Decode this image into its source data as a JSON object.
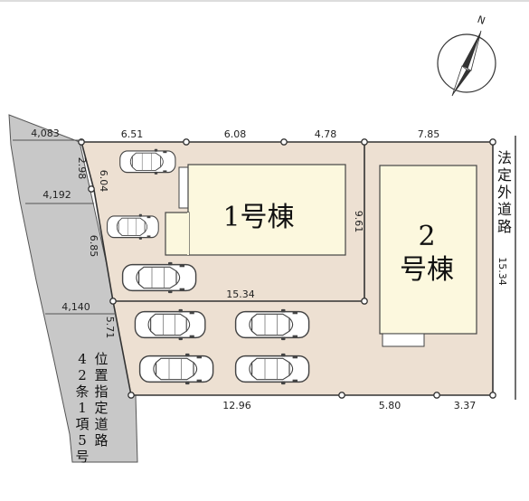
{
  "north_label": "N",
  "buildings": {
    "b1_label": "1号棟",
    "b2_line1": "2",
    "b2_line2": "号棟"
  },
  "roads": {
    "left_road_label": "42条1項5号位置指定道路",
    "left_road_col1": "42条1項5号",
    "left_road_col2": "位置指定道路",
    "right_road_label": "法定外道路"
  },
  "dimensions": {
    "road_width_top": "4,083",
    "road_width_mid": "4,192",
    "road_width_bottom": "4,140",
    "left_edge_1": "2.98",
    "left_edge_2": "6.04",
    "left_edge_3": "6.85",
    "left_edge_4": "5.71",
    "top_1": "6.51",
    "top_2": "6.08",
    "top_3": "4.78",
    "top_4": "7.85",
    "lot1_right": "9.61",
    "lot1_bottom": "15.34",
    "right_edge": "15.34",
    "bottom_1": "12.96",
    "bottom_2": "5.80",
    "bottom_3": "3.37"
  },
  "colors": {
    "lot_fill": "#ede0d2",
    "building_fill": "#fcf8de",
    "road_fill": "#c8c8c8",
    "outline": "#333333"
  },
  "parking_spaces": 7
}
